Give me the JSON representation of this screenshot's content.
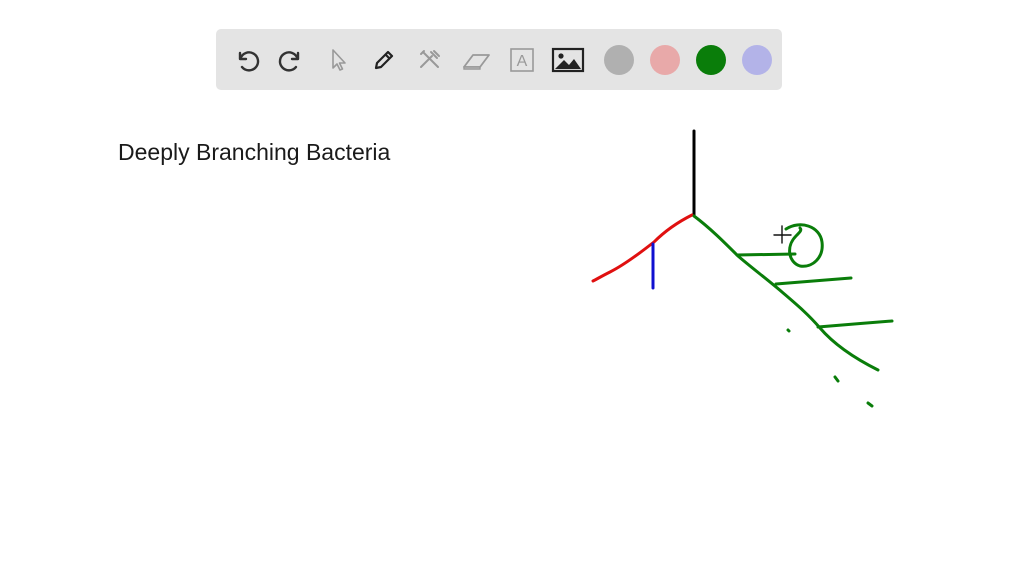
{
  "toolbar": {
    "tools": [
      {
        "name": "undo-icon"
      },
      {
        "name": "redo-icon"
      },
      {
        "name": "select-pointer-icon"
      },
      {
        "name": "pen-icon"
      },
      {
        "name": "tools-icon"
      },
      {
        "name": "eraser-icon"
      },
      {
        "name": "text-box-icon",
        "glyph": "A"
      },
      {
        "name": "image-icon"
      }
    ],
    "colors": [
      {
        "name": "color-gray",
        "hex": "#b0b0b0"
      },
      {
        "name": "color-pink",
        "hex": "#e8a9a9"
      },
      {
        "name": "color-green",
        "hex": "#0a7d0a"
      },
      {
        "name": "color-lavender",
        "hex": "#b3b3e8"
      }
    ]
  },
  "canvas": {
    "text": "Deeply Branching Bacteria"
  },
  "ink": {
    "black": "#000000",
    "red": "#e01010",
    "blue": "#1010d0",
    "green": "#0a7d0a"
  }
}
